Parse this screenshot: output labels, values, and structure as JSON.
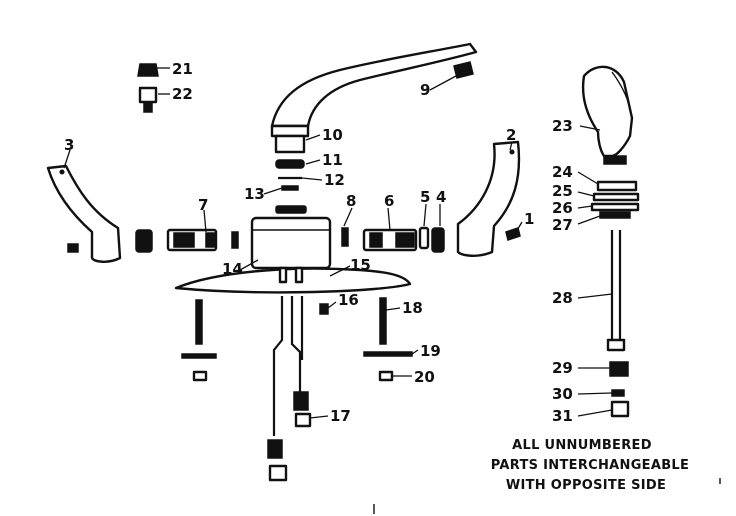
{
  "diagram": {
    "title": "",
    "callouts": {
      "p1": "1",
      "p2": "2",
      "p3": "3",
      "p4": "4",
      "p5": "5",
      "p6": "6",
      "p7": "7",
      "p8": "8",
      "p9": "9",
      "p10": "10",
      "p11": "11",
      "p12": "12",
      "p13": "13",
      "p14": "14",
      "p15": "15",
      "p16": "16",
      "p17": "17",
      "p18": "18",
      "p19": "19",
      "p20": "20",
      "p21": "21",
      "p22": "22",
      "p23": "23",
      "p24": "24",
      "p25": "25",
      "p26": "26",
      "p27": "27",
      "p28": "28",
      "p29": "29",
      "p30": "30",
      "p31": "31"
    },
    "note": {
      "line1": "ALL UNNUMBERED",
      "line2": "PARTS INTERCHANGEABLE",
      "line3": "WITH OPPOSITE SIDE"
    }
  }
}
